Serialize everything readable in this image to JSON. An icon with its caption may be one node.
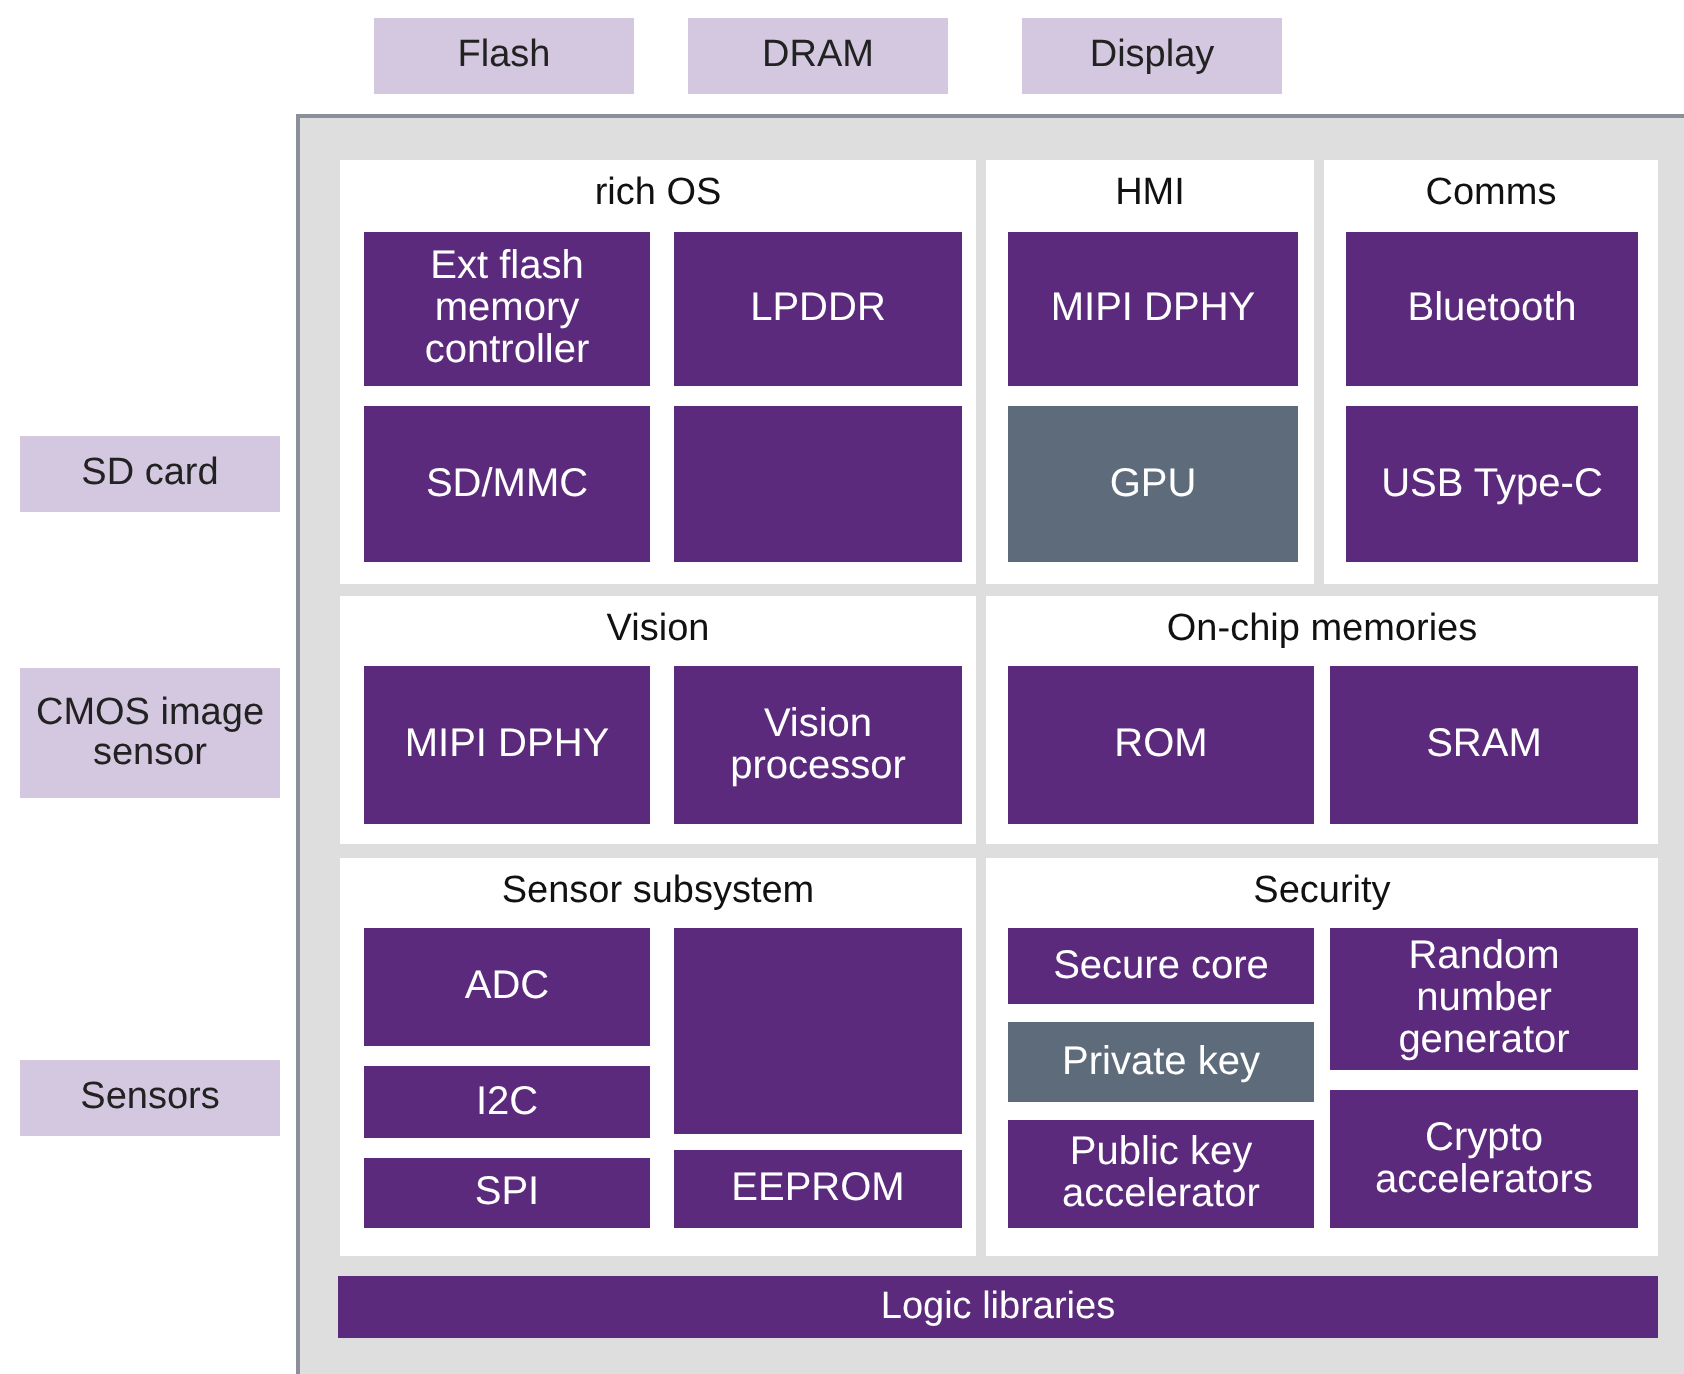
{
  "diagram": {
    "nodes": [
      {
        "text": [
          "Flash"
        ]
      },
      {
        "text": [
          "DRAM"
        ]
      },
      {
        "text": [
          "Display"
        ]
      },
      {
        "text": [
          "SD card"
        ]
      },
      {
        "text": [
          "CMOS image sensor"
        ]
      },
      {
        "text": [
          "Sensors"
        ]
      },
      {
        "text": [],
        "shape": "box"
      },
      {
        "text": [
          "rich OS"
        ],
        "in": 6
      },
      {
        "text": [
          "Ext flash memory controller"
        ],
        "in": 7
      },
      {
        "text": [
          "LPDDR"
        ],
        "in": 7
      },
      {
        "text": [
          "SD/MMC"
        ],
        "in": 7
      },
      {
        "text": [],
        "shape": "box",
        "in": 7
      },
      {
        "text": [
          "HMI"
        ],
        "in": 6
      },
      {
        "text": [
          "MIPI DPHY"
        ],
        "in": 12
      },
      {
        "text": [
          "GPU"
        ],
        "in": 12
      },
      {
        "text": [
          "Comms"
        ],
        "in": 6
      },
      {
        "text": [
          "Bluetooth"
        ],
        "in": 15
      },
      {
        "text": [
          "USB Type-C"
        ],
        "in": 15
      },
      {
        "text": [
          "Vision"
        ],
        "in": 6
      },
      {
        "text": [
          "MIPI DPHY"
        ],
        "in": 18
      },
      {
        "text": [
          "Vision processor"
        ],
        "in": 18
      },
      {
        "text": [
          "On-chip memories"
        ],
        "in": 6
      },
      {
        "text": [
          "ROM"
        ],
        "in": 21
      },
      {
        "text": [
          "SRAM"
        ],
        "in": 21
      },
      {
        "text": [
          "Sensor subsystem"
        ],
        "in": 6
      },
      {
        "text": [
          "ADC"
        ],
        "in": 24
      },
      {
        "text": [
          "I2C"
        ],
        "in": 24
      },
      {
        "text": [
          "SPI"
        ],
        "in": 24
      },
      {
        "text": [],
        "shape": "box",
        "in": 24
      },
      {
        "text": [
          "EEPROM"
        ],
        "in": 24
      },
      {
        "text": [
          "Security"
        ],
        "in": 6
      },
      {
        "text": [
          "Secure core"
        ],
        "in": 30
      },
      {
        "text": [
          "Private key"
        ],
        "in": 30
      },
      {
        "text": [
          "Public key accelerator"
        ],
        "in": 30
      },
      {
        "text": [
          "Random number generator"
        ],
        "in": 30
      },
      {
        "text": [
          "Crypto accelerators"
        ],
        "in": 30
      },
      {
        "text": [
          "Logic libraries"
        ],
        "in": 6
      }
    ]
  }
}
